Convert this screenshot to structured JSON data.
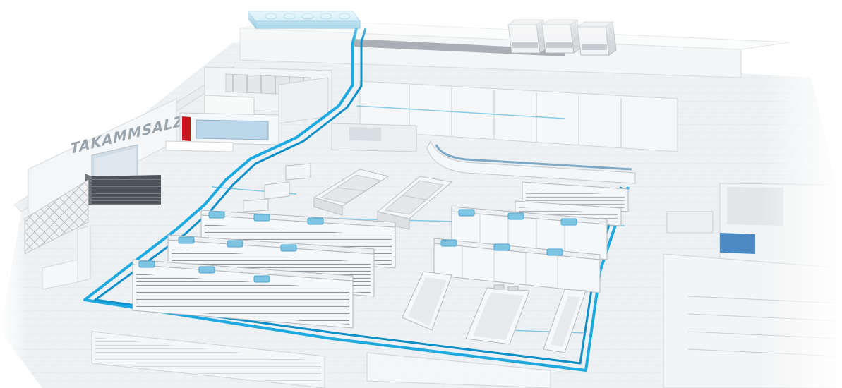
{
  "store_sign": {
    "text": "TAKAMMSALZ"
  },
  "colors": {
    "pipe": "#1ea9e1",
    "pipe_dark": "#0f8fc8",
    "unit_blue": "#7fc4e2",
    "unit_blue_light": "#aee0f4",
    "unit_edge": "#4aa6cf",
    "floor": "#eef1f3",
    "wall": "#f6f7f8",
    "wall_shade": "#dfe3e6",
    "line": "#c9cfd4",
    "shelf_dark": "#9aa1a7",
    "door_red": "#c8161d",
    "glass": "#9cc6e4"
  },
  "components": {
    "rooftop_condenser": "condenser-unit",
    "rooftop_compressors": [
      "compressor-unit",
      "compressor-unit",
      "compressor-unit"
    ],
    "refrigerant_pipe": "refrigerant-line"
  }
}
